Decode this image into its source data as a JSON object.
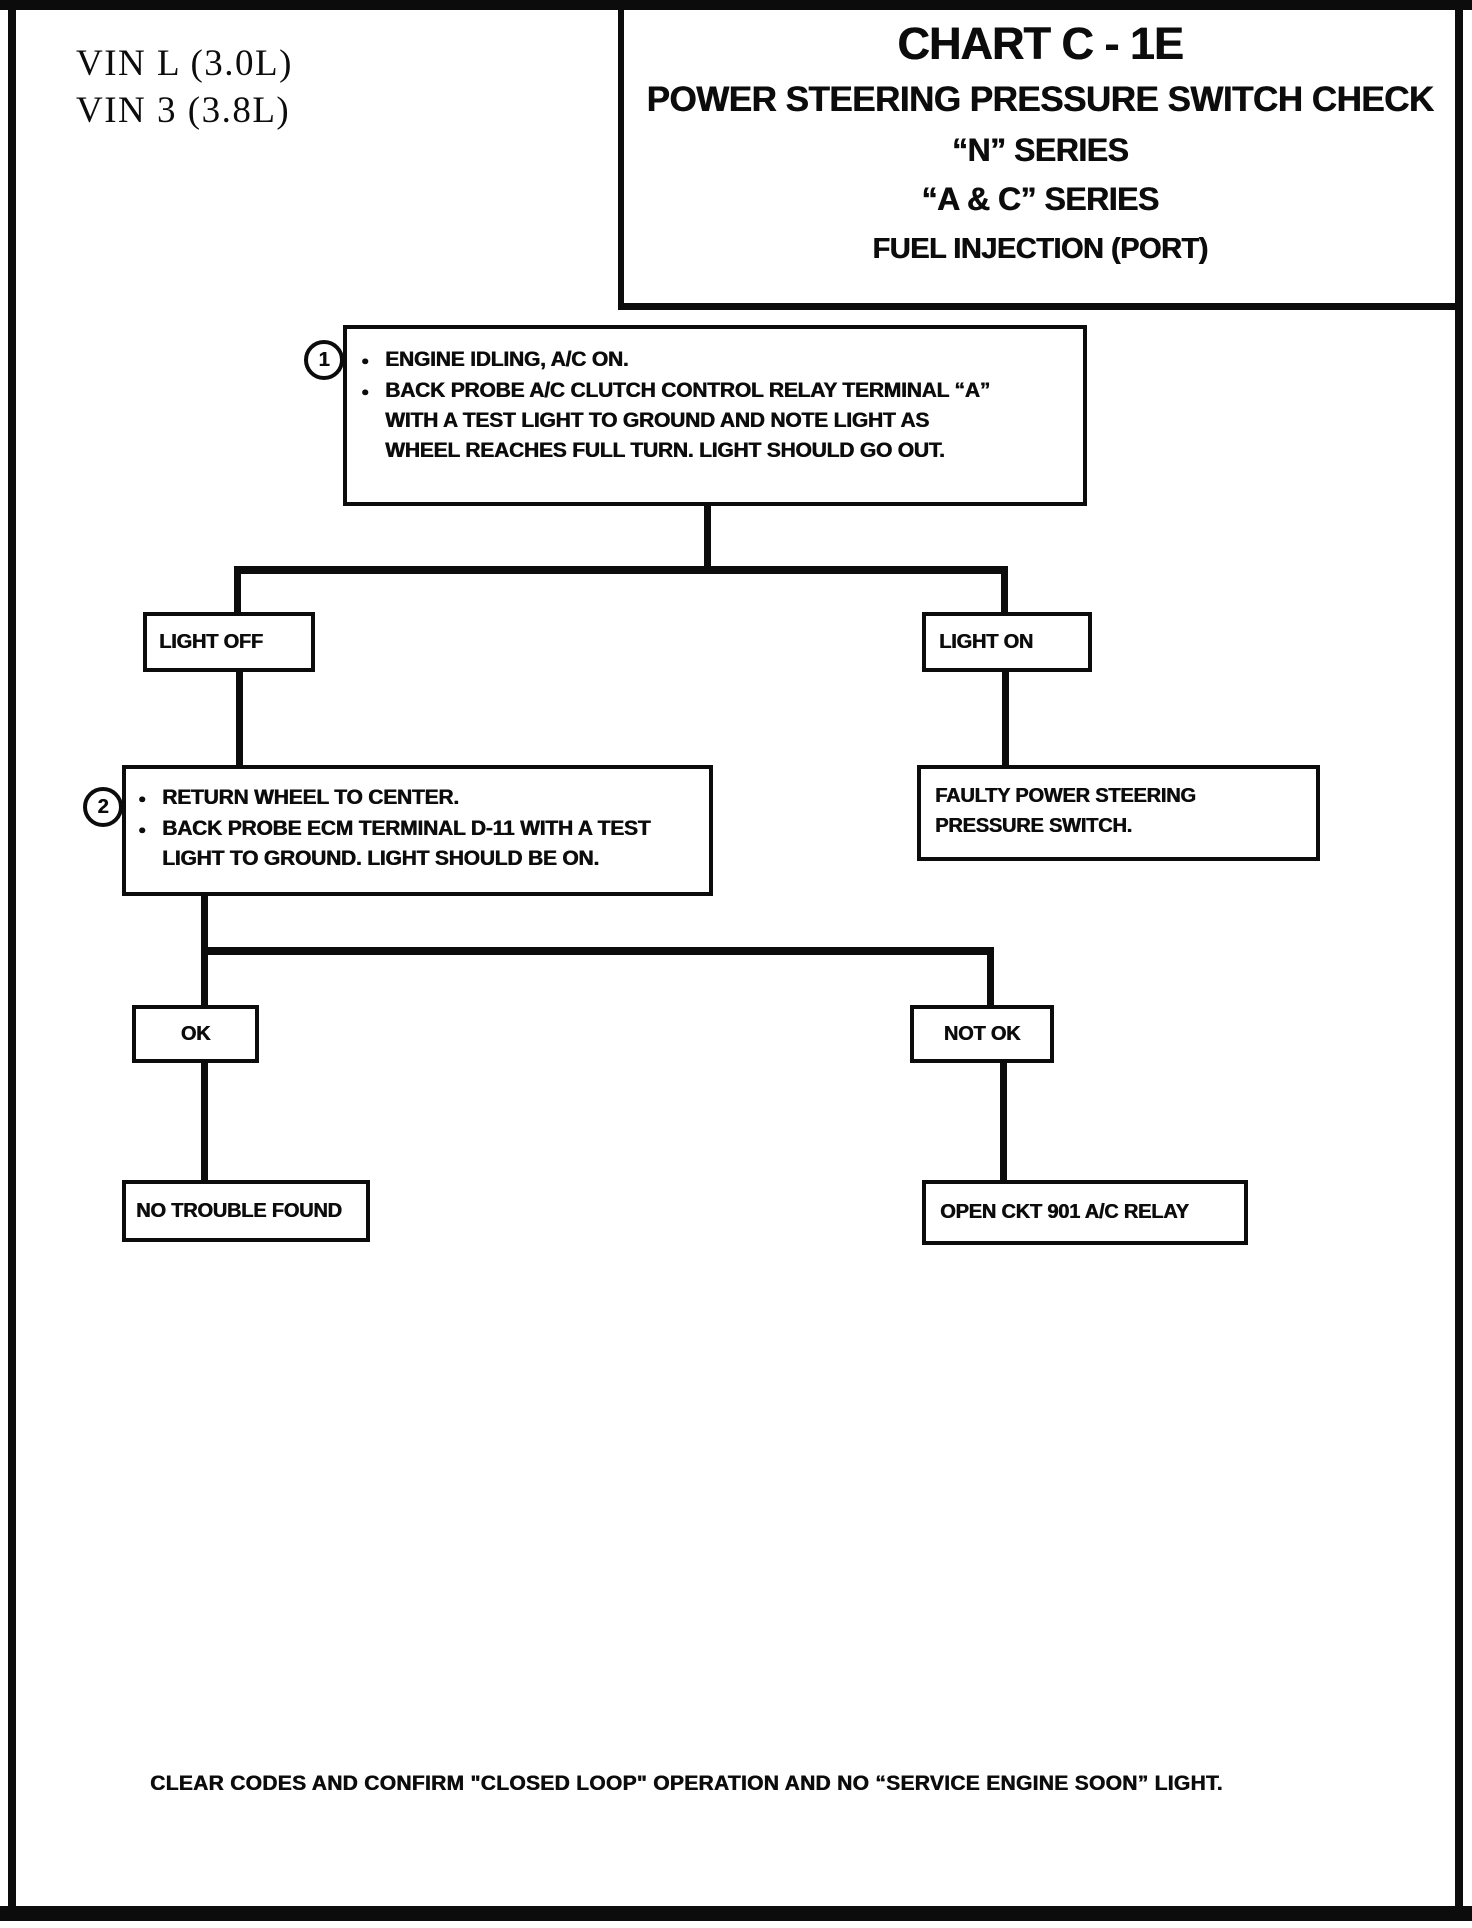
{
  "header": {
    "vin_lines": [
      "VIN L (3.0L)",
      "VIN 3 (3.8L)"
    ],
    "chart_id": "CHART C - 1E",
    "title": "POWER STEERING PRESSURE SWITCH CHECK",
    "series_1": "“N” SERIES",
    "series_2": "“A & C” SERIES",
    "fuel_system": "FUEL INJECTION (PORT)"
  },
  "flowchart": {
    "step1": {
      "number": "1",
      "bullet_icon": "●",
      "bullets": [
        "ENGINE IDLING, A/C ON.",
        "BACK PROBE A/C CLUTCH CONTROL RELAY TERMINAL “A” WITH A TEST LIGHT TO GROUND AND NOTE LIGHT AS WHEEL REACHES FULL TURN. LIGHT SHOULD GO OUT."
      ]
    },
    "light_off_label": "LIGHT OFF",
    "light_on_label": "LIGHT ON",
    "step2": {
      "number": "2",
      "bullet_icon": "●",
      "bullets": [
        "RETURN WHEEL TO CENTER.",
        "BACK PROBE ECM TERMINAL D-11 WITH A TEST LIGHT TO GROUND. LIGHT SHOULD BE ON."
      ]
    },
    "faulty_label": "FAULTY POWER STEERING PRESSURE SWITCH.",
    "ok_label": "OK",
    "not_ok_label": "NOT OK",
    "no_trouble_label": "NO TROUBLE FOUND",
    "open_ckt_label": "OPEN CKT 901 A/C RELAY"
  },
  "footer_note": "CLEAR CODES AND CONFIRM \"CLOSED LOOP\" OPERATION AND NO “SERVICE ENGINE SOON” LIGHT.",
  "colors": {
    "ink": "#0c0c0c",
    "paper": "#ffffff"
  }
}
